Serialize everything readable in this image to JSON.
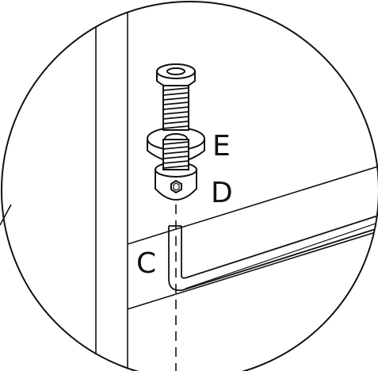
{
  "labels": {
    "screw": "E",
    "cap": "D",
    "key": "C"
  },
  "colors": {
    "line": "#111111",
    "background": "#ffffff"
  }
}
